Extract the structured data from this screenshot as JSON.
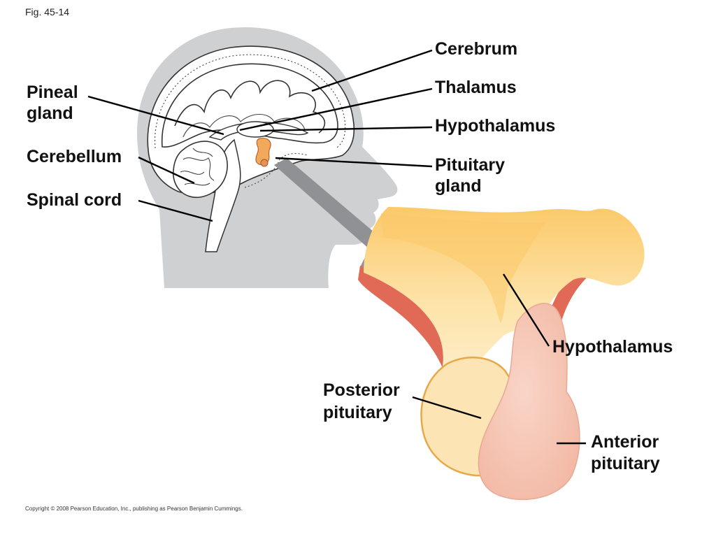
{
  "figure_number": "Fig. 45-14",
  "copyright": "Copyright © 2008 Pearson Education, Inc., publishing as Pearson Benjamin Cummings.",
  "labels": {
    "cerebrum": "Cerebrum",
    "thalamus": "Thalamus",
    "hypothalamus_brain": "Hypothalamus",
    "pituitary_line1": "Pituitary",
    "pituitary_line2": "gland",
    "pineal_line1": "Pineal",
    "pineal_line2": "gland",
    "cerebellum": "Cerebellum",
    "spinal_cord": "Spinal cord",
    "hypothalamus_detail": "Hypothalamus",
    "posterior_line1": "Posterior",
    "posterior_line2": "pituitary",
    "anterior_line1": "Anterior",
    "anterior_line2": "pituitary"
  },
  "colors": {
    "head_silhouette": "#cfd0d2",
    "arrow": "#8f9194",
    "hypothalamus_tissue": "#fde9bd",
    "hypothalamus_glow": "#fbc96a",
    "posterior_lobe": "#fde4b4",
    "anterior_lobe": "#f6c3b3",
    "membrane_red": "#e06a55",
    "pituitary_highlight": "#f3a95b"
  }
}
